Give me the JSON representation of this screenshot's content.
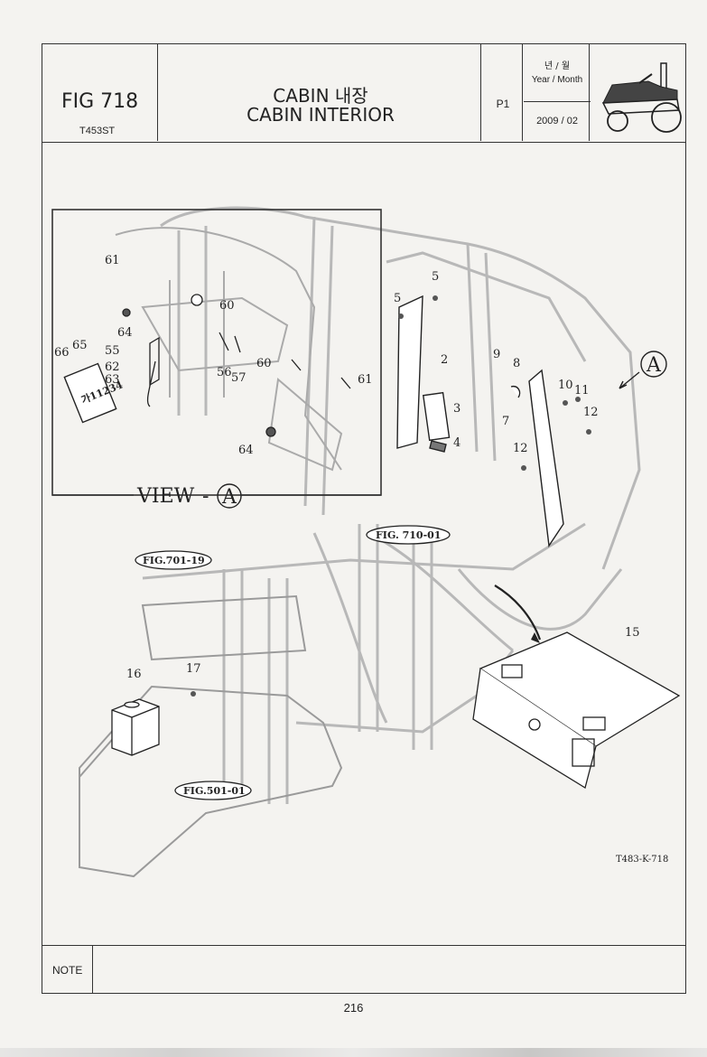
{
  "header": {
    "fig_no": "FIG 718",
    "model": "T453ST",
    "title_ko": "CABIN 내장",
    "title_en": "CABIN INTERIOR",
    "page_ref": "P1",
    "year_month_ko": "년 / 월",
    "year_month_en": "Year / Month",
    "year_month_value": "2009 / 02"
  },
  "diagram": {
    "part_numbers": [
      "2",
      "3",
      "4",
      "5",
      "5",
      "7",
      "8",
      "9",
      "10",
      "11",
      "12",
      "12",
      "15",
      "16",
      "17"
    ],
    "view_parts": [
      "55",
      "56",
      "57",
      "60",
      "60",
      "61",
      "61",
      "62",
      "63",
      "64",
      "64",
      "65",
      "66"
    ],
    "view_label": "VIEW",
    "view_letter": "A",
    "callout_letter": "A",
    "plate_text": "가11234",
    "fig_refs": [
      "FIG. 710-01",
      "FIG.701-19",
      "FIG.501-01"
    ],
    "drawing_no": "T483-K-718"
  },
  "footer": {
    "note_label": "NOTE",
    "page_number": "216"
  }
}
